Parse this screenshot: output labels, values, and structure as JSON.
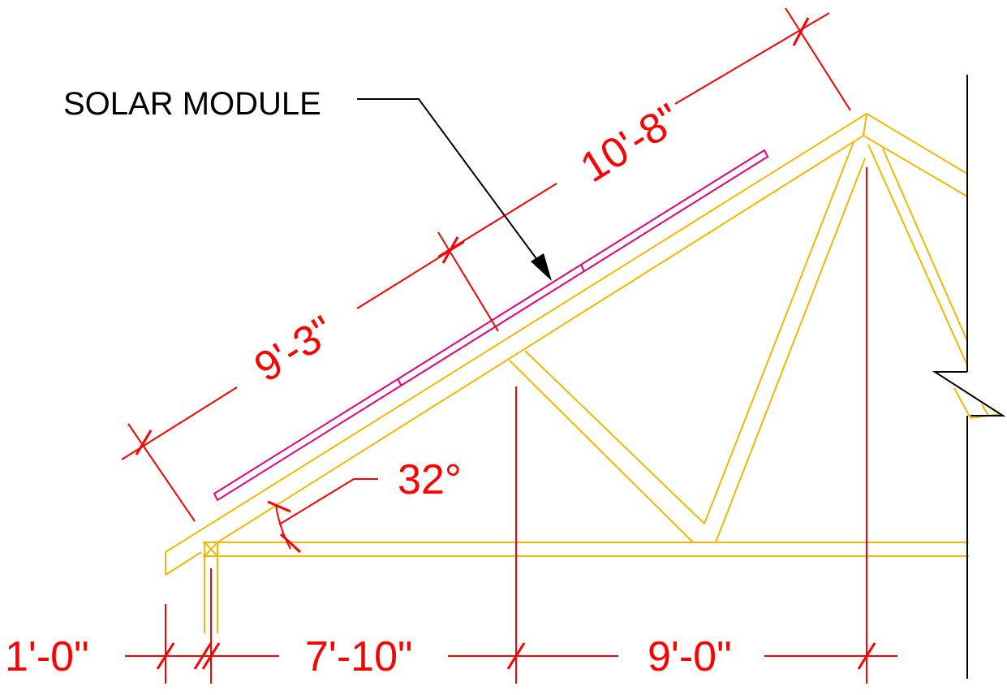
{
  "labels": {
    "callout": "SOLAR MODULE",
    "dim_overall_slope": "10'-8\"",
    "dim_module_slope": "9'-3\"",
    "angle": "32°",
    "dim_overhang": "1'-0\"",
    "dim_left_span": "7'-10\"",
    "dim_right_span": "9'-0\""
  },
  "colors": {
    "truss": "#f5b800",
    "dimension": "#ff0000",
    "module": "#e6007e",
    "line": "#000000",
    "dim_text": "#ff0000",
    "callout_text": "#000000"
  }
}
